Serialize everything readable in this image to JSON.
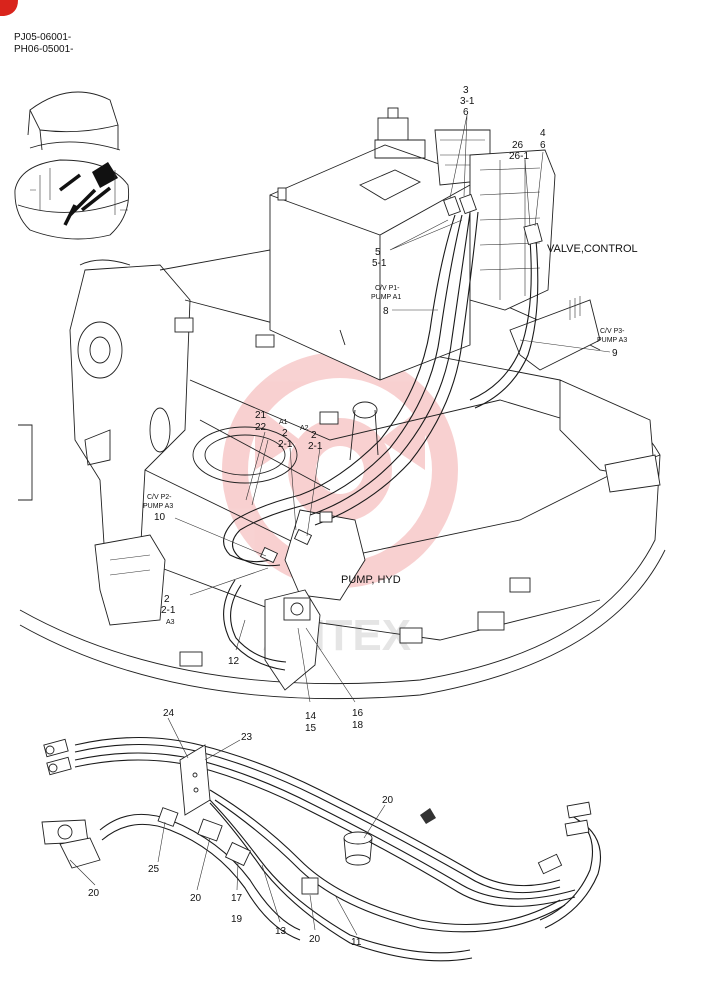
{
  "serials": [
    "PJ05-06001-",
    "PH06-05001-"
  ],
  "watermark": "AHTEX",
  "names": {
    "valve_control": "VALVE,CONTROL",
    "pump_hyd": "PUMP, HYD",
    "cv_p1_pump_a1": [
      "C/V P1-",
      "PUMP A1"
    ],
    "cv_p3_pump_a3": [
      "C/V P3-",
      "PUMP A3"
    ],
    "cv_p2_pump_a3": [
      "C/V P2-",
      "PUMP A3"
    ]
  },
  "port_marks": {
    "a1": "A1",
    "a2": "A2",
    "a3": "A3"
  },
  "callouts": {
    "c3": "3",
    "c3_1": "3-1",
    "c6a": "6",
    "c26": "26",
    "c26_1": "26-1",
    "c4": "4",
    "c6b": "6",
    "c5": "5",
    "c5_1": "5-1",
    "c8": "8",
    "c9": "9",
    "c21": "21",
    "c22": "22",
    "c2a": "2",
    "c2_1a": "2-1",
    "c2b": "2",
    "c2_1b": "2-1",
    "c10": "10",
    "c2c": "2",
    "c2_1c": "2-1",
    "c12": "12",
    "c14": "14",
    "c15": "15",
    "c16": "16",
    "c18": "18",
    "c24": "24",
    "c23": "23",
    "c20a": "20",
    "c20b": "20",
    "c20c": "20",
    "c20d": "20",
    "c25": "25",
    "c17": "17",
    "c19": "19",
    "c13": "13",
    "c11": "11"
  }
}
